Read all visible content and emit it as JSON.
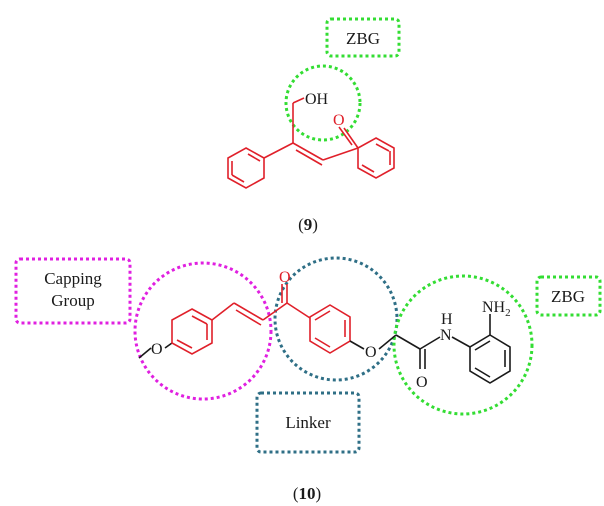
{
  "compound_9": {
    "number": "9",
    "zbg_label": "ZBG",
    "atoms": {
      "hydroxyl": "OH",
      "carbonyl_o": "O"
    }
  },
  "compound_10": {
    "number": "10",
    "capping_label_line1": "Capping",
    "capping_label_line2": "Group",
    "linker_label": "Linker",
    "zbg_label": "ZBG",
    "atoms": {
      "carbonyl_o": "O",
      "ether_o_left": "O",
      "ether_o_right": "O",
      "amide_o": "O",
      "amide_n": "N",
      "amide_h": "H",
      "amine": "NH",
      "amine_sub": "2"
    }
  },
  "colors": {
    "zbg_green": "#33dd33",
    "capping_magenta": "#e020e0",
    "linker_teal": "#2f6f86",
    "scaffold_red": "#e0202a",
    "bond_black": "#1a1a1a"
  }
}
